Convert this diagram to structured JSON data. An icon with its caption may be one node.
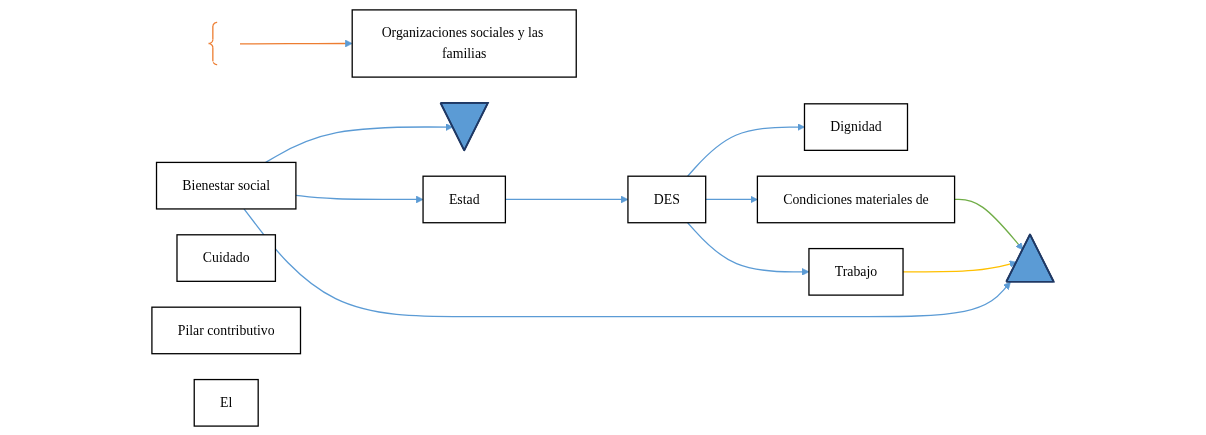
{
  "diagram": {
    "nodes": [
      {
        "text": [],
        "shape": "triangle"
      },
      {
        "text": [
          "Organizaciones sociales y las familias"
        ]
      },
      {
        "text": [],
        "shape": "bracket"
      },
      {
        "text": [
          "Dignidad"
        ]
      },
      {
        "text": [
          "Cuidado"
        ]
      },
      {
        "text": [
          "Bienestar social"
        ]
      },
      {
        "text": [],
        "shape": "triangle"
      },
      {
        "text": [
          "Estad"
        ]
      },
      {
        "text": [
          "DES"
        ]
      },
      {
        "text": [
          "Condiciones materiales de"
        ]
      },
      {
        "text": [
          "Pilar contributivo"
        ]
      },
      {
        "text": [
          "El"
        ]
      },
      {
        "text": [
          "Trabajo"
        ]
      }
    ],
    "edges": [
      {
        "from": 5,
        "to": 0,
        "arrow": "to"
      },
      {
        "from": 5,
        "to": 7,
        "arrow": "to"
      },
      {
        "from": 5,
        "to": 6,
        "arrow": "to"
      },
      {
        "from": 7,
        "to": 8,
        "arrow": "to"
      },
      {
        "from": 8,
        "to": 3,
        "arrow": "to"
      },
      {
        "from": 8,
        "to": 9,
        "arrow": "to"
      },
      {
        "from": 8,
        "to": 12,
        "arrow": "to"
      },
      {
        "from": 2,
        "to": 1,
        "arrow": "to",
        "color": "#ed7d31"
      },
      {
        "from": 9,
        "to": 6,
        "arrow": "to",
        "color": "#70ad47"
      },
      {
        "from": 12,
        "to": 6,
        "arrow": "to",
        "color": "#ffc000"
      }
    ]
  }
}
